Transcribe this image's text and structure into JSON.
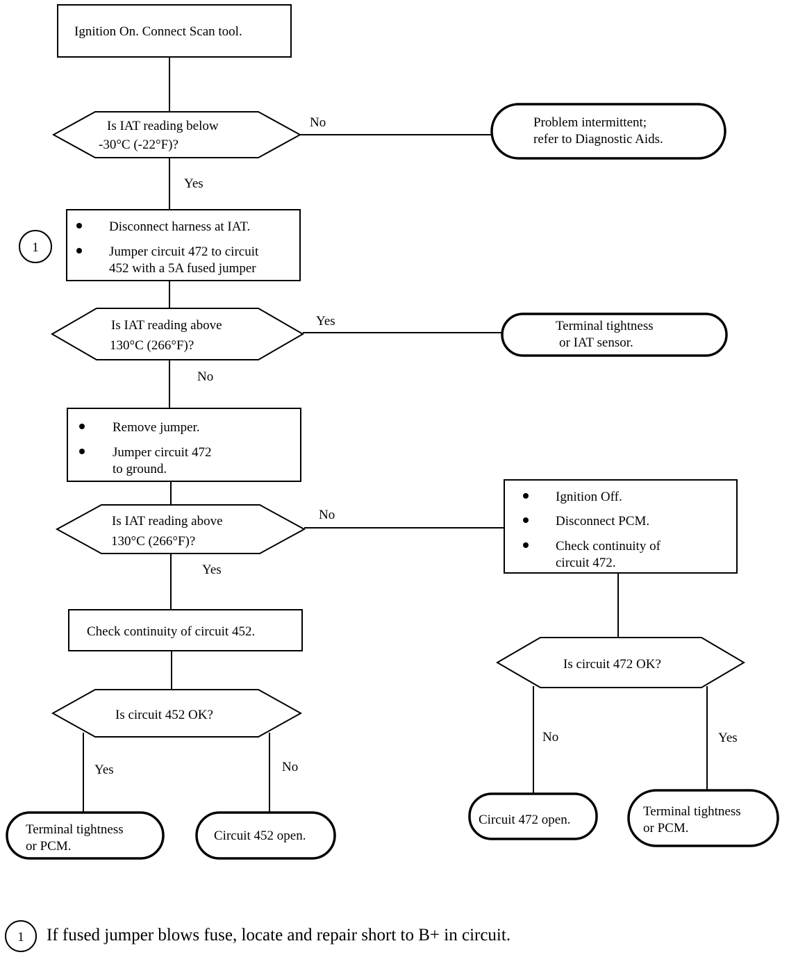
{
  "nodes": {
    "start": {
      "text": "Ignition On. Connect Scan tool."
    },
    "q1": {
      "lines": [
        "Is IAT reading below",
        "-30°C (-22°F)?"
      ]
    },
    "t1": {
      "lines": [
        "Problem intermittent;",
        "refer to Diagnostic Aids."
      ]
    },
    "step1": {
      "bullets": [
        [
          "Disconnect harness at IAT."
        ],
        [
          "Jumper circuit 472 to  circuit",
          "452 with a 5A fused jumper"
        ]
      ]
    },
    "q2": {
      "lines": [
        "Is IAT reading above",
        "130°C (266°F)?"
      ]
    },
    "t2": {
      "lines": [
        "Terminal tightness",
        "or IAT sensor."
      ]
    },
    "step2": {
      "bullets": [
        [
          "Remove jumper."
        ],
        [
          "Jumper circuit 472",
          "to ground."
        ]
      ]
    },
    "q3": {
      "lines": [
        "Is IAT reading above",
        "130°C (266°F)?"
      ]
    },
    "step3": {
      "bullets": [
        [
          "Ignition Off."
        ],
        [
          "Disconnect PCM."
        ],
        [
          "Check continuity of",
          "circuit 472."
        ]
      ]
    },
    "step4": {
      "text": "Check continuity of circuit 452."
    },
    "q4": {
      "text": "Is circuit 452 OK?"
    },
    "q5": {
      "text": "Is circuit 472 OK?"
    },
    "t3": {
      "lines": [
        "Terminal tightness",
        "or PCM."
      ]
    },
    "t4": {
      "text": "Circuit 452 open."
    },
    "t5": {
      "text": "Circuit 472 open."
    },
    "t6": {
      "lines": [
        "Terminal tightness",
        "or PCM."
      ]
    }
  },
  "edge_labels": {
    "q1_no": "No",
    "q1_yes": "Yes",
    "q2_yes": "Yes",
    "q2_no": "No",
    "q3_no": "No",
    "q3_yes": "Yes",
    "q4_yes": "Yes",
    "q4_no": "No",
    "q5_no": "No",
    "q5_yes": "Yes"
  },
  "callout": {
    "marker": "1"
  },
  "footnote": {
    "marker": "1",
    "text": "If fused jumper blows fuse, locate and repair short to B+ in circuit."
  }
}
